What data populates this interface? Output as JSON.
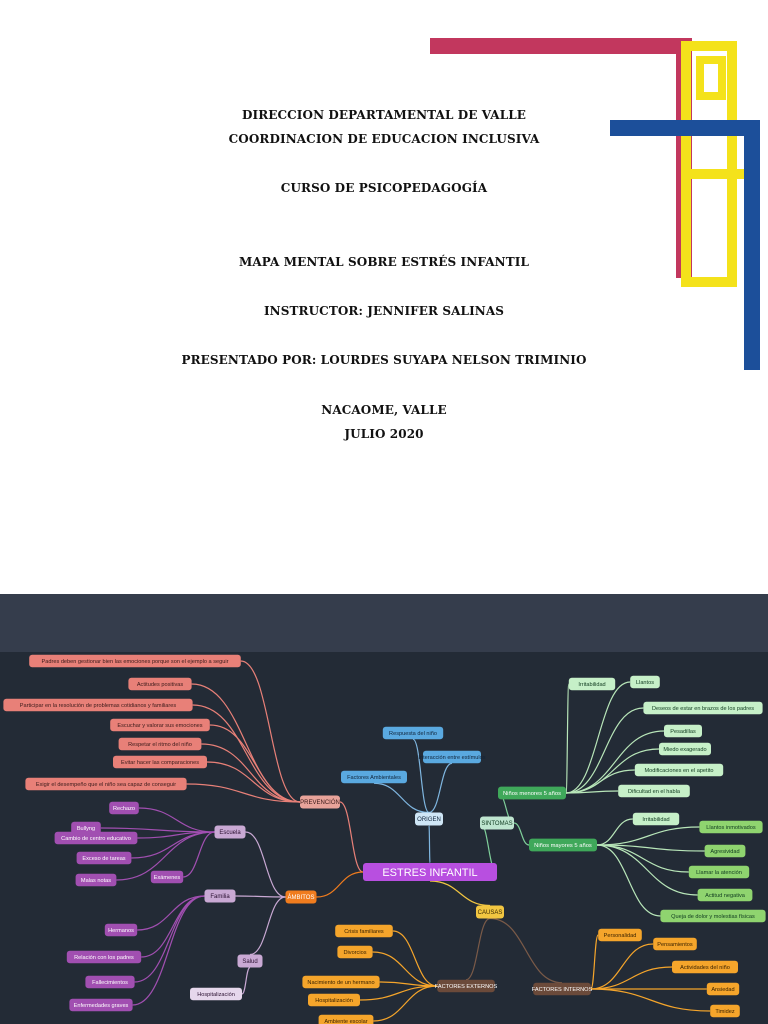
{
  "cover": {
    "line1": "DIRECCION DEPARTAMENTAL DE VALLE",
    "line2": "COORDINACION DE EDUCACION INCLUSIVA",
    "course": "CURSO DE PSICOPEDAGOGÍA",
    "topic": "MAPA MENTAL SOBRE ESTRÉS INFANTIL",
    "instructor": "INSTRUCTOR: JENNIFER SALINAS",
    "presenter": "PRESENTADO POR: LOURDES SUYAPA NELSON TRIMINIO",
    "place": "NACAOME, VALLE",
    "date": "JULIO 2020"
  },
  "colors": {
    "logo_red": "#c2375e",
    "logo_yellow": "#f4e21b",
    "logo_blue": "#1c4f9a",
    "map_bg": "#232b36",
    "central": "#b84fe0",
    "prevencion": "#e88078",
    "escuela": "#a14fb1",
    "ambitos": "#f07c1e",
    "origen": "#5aa9e0",
    "sintomas": "#3fa85a",
    "causas": "#f2c641",
    "factores": "#f5a52b"
  },
  "mindmap": {
    "central": "ESTRES INFANTIL",
    "prevencion": {
      "label": "PREVENCIÓN",
      "items": [
        "Padres deben gestionar bien las emociones porque son el ejemplo a seguir",
        "Actitudes positivas",
        "Participar en la resolución de problemas cotidianos y familiares",
        "Escuchar y valorar sus emociones",
        "Respetar el ritmo del niño",
        "Evitar hacer las comparaciones",
        "Exigir el desempeño que el niño sea capaz de conseguir"
      ]
    },
    "ambitos": {
      "label": "ÁMBITOS",
      "escuela": {
        "label": "Escuela",
        "items": [
          "Rechazo",
          "Bullyng",
          "Cambio de centro educativo",
          "Exceso de tareas",
          "Malas notas",
          "Exámenes"
        ]
      },
      "familia": {
        "label": "Familia",
        "items": [
          "Hermanos",
          "Relación con los padres",
          "Fallecimientos",
          "Enfermedades graves"
        ]
      },
      "salud": {
        "label": "Salud",
        "items": [
          "Hospitalización"
        ]
      }
    },
    "origen": {
      "label": "ORIGEN",
      "items": [
        "Respuesta del niño",
        "Interacción entre estímulos",
        "Factores Ambientales"
      ]
    },
    "sintomas": {
      "label": "SINTOMAS",
      "menores": {
        "label": "Niños menores 5 años",
        "items": [
          "Irritabilidad",
          "Llantos",
          "Deseos de estar en brazos de los padres",
          "Pesadillas",
          "Miedo exagerado",
          "Modificaciones en el apetito",
          "Dificultad en el habla"
        ]
      },
      "mayores": {
        "label": "Niños mayores 5 años",
        "items": [
          "Irritabilidad",
          "Llantos inmotivados",
          "Agresividad",
          "Llamar la atención",
          "Actitud negativa",
          "Queja de dolor y molestias físicas"
        ]
      }
    },
    "causas": {
      "label": "CAUSAS",
      "externos": {
        "label": "FACTORES EXTERNOS",
        "items": [
          "Crisis familiares",
          "Divorcios",
          "Nacimiento de un hermano",
          "Hospitalización",
          "Ambiente escolar"
        ]
      },
      "internos": {
        "label": "FACTORES INTERNOS",
        "items": [
          "Personalidad",
          "Pensamientos",
          "Actividades del niño",
          "Ansiedad",
          "Timidez"
        ]
      }
    }
  }
}
